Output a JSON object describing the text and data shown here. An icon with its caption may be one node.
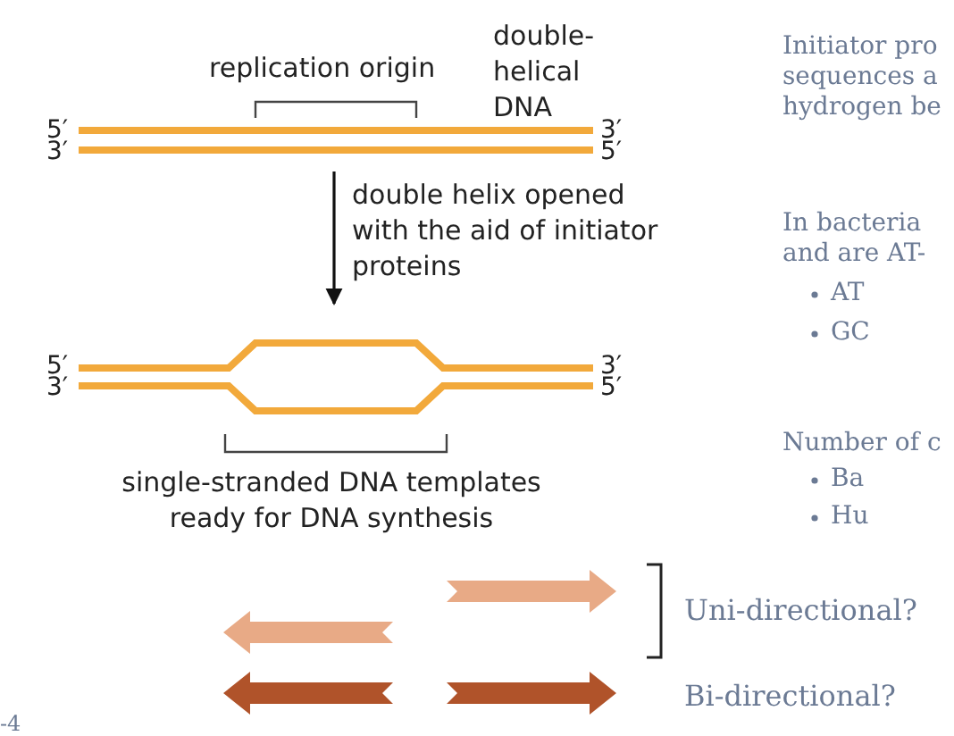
{
  "diagram": {
    "nodes": [
      {
        "text": [],
        "shape": "picture"
      },
      {
        "text": [],
        "shape": "picture"
      }
    ],
    "edges": [
      {
        "from": 0,
        "to": 1,
        "arrow": "to",
        "label": "double helix opened with the aid of initiator proteins"
      }
    ],
    "labels": [
      "double-helical DNA",
      "replication origin",
      "5′",
      "3′",
      "3′",
      "5′",
      "5′",
      "3′",
      "3′",
      "5′",
      "single-stranded DNA templates ready for DNA synthesis",
      "Uni-directional?",
      "Bi-directional?",
      "-4",
      "Initiator pro",
      "sequences a",
      "hydrogen be",
      "In bacteria",
      "and are AT-",
      "AT",
      "GC",
      "Number of c",
      "Ba",
      "Hu"
    ]
  }
}
